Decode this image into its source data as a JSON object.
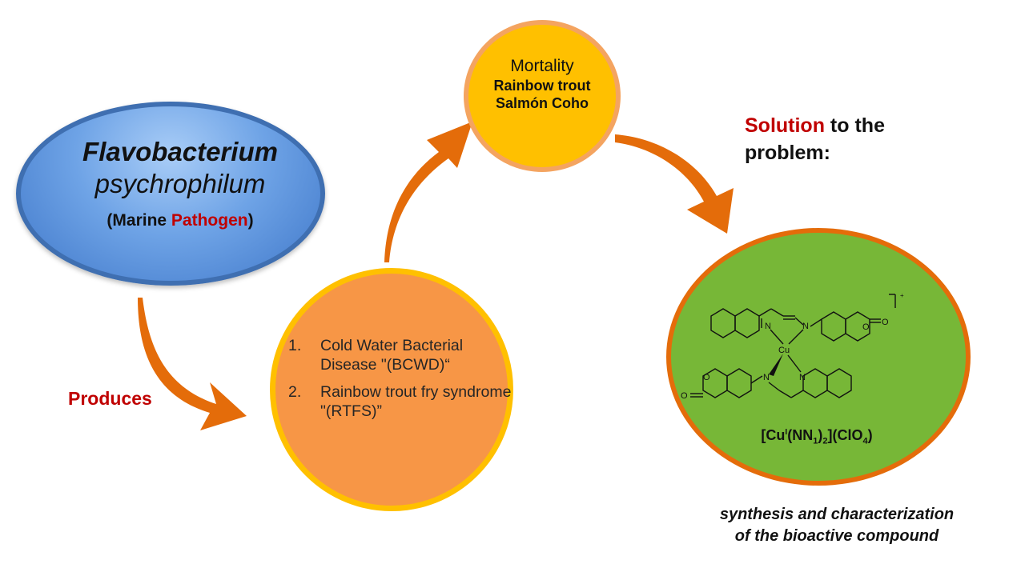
{
  "pathogen": {
    "genus": "Flavobacterium",
    "species": "psychrophilum",
    "sub_open": "(Marine ",
    "sub_highlight": "Pathogen",
    "sub_close": ")"
  },
  "produces_label": "Produces",
  "diseases": [
    {
      "num": "1.",
      "text": "Cold Water Bacterial Disease \"(BCWD)“"
    },
    {
      "num": "2.",
      "text": "Rainbow trout fry syndrome \"(RTFS)”"
    }
  ],
  "mortality": {
    "title": "Mortality",
    "fish_1": "Rainbow trout",
    "fish_2": "Salmón Coho"
  },
  "solution": {
    "highlight": "Solution",
    "rest_line1": " to the",
    "line2": "problem:"
  },
  "compound": {
    "formula_prefix": "[Cu",
    "formula_ox": "I",
    "formula_ligand": "(NN",
    "formula_ligand_sub": "1",
    "formula_ligand_close": ")",
    "formula_count": "2",
    "formula_counter": "](ClO",
    "formula_counter_sub": "4",
    "formula_end": ")",
    "atom_labels": {
      "n": "N",
      "cu": "Cu",
      "o": "O",
      "charge": "+"
    }
  },
  "caption": {
    "line1": "synthesis and characterization",
    "line2": "of the bioactive compound"
  },
  "colors": {
    "arrow": "#e46c0a",
    "red_text": "#c00000",
    "pathogen_blue": "#3f77c9",
    "disease_orange": "#f79646",
    "mortality_yellow": "#ffc000",
    "compound_green": "#77b737"
  }
}
